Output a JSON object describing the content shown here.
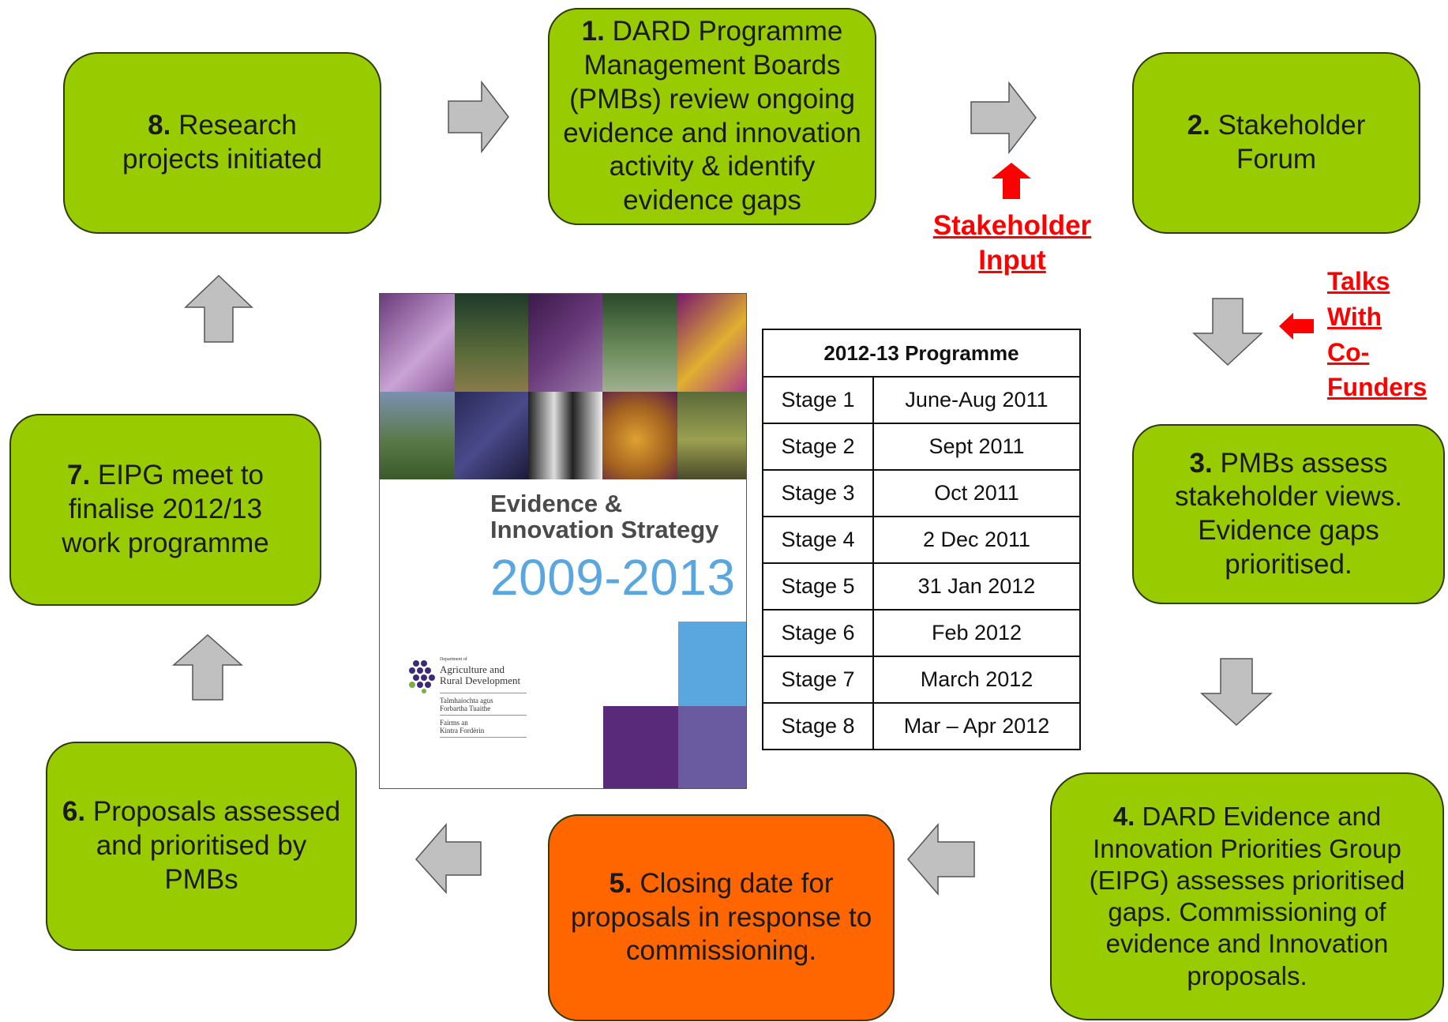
{
  "steps": {
    "s1": {
      "num": "1.",
      "text": "DARD Programme Management Boards (PMBs) review ongoing evidence and innovation activity & identify evidence gaps",
      "color": "#99cc00"
    },
    "s2": {
      "num": "2.",
      "text": "Stakeholder Forum",
      "color": "#99cc00"
    },
    "s3": {
      "num": "3.",
      "text": "PMBs assess stakeholder views. Evidence gaps prioritised.",
      "color": "#99cc00"
    },
    "s4": {
      "num": "4.",
      "text": "DARD Evidence and Innovation Priorities Group (EIPG) assesses prioritised gaps. Commissioning of evidence and Innovation proposals.",
      "color": "#99cc00"
    },
    "s5": {
      "num": "5.",
      "text": "Closing date for proposals in response to commissioning.",
      "color": "#ff6600"
    },
    "s6": {
      "num": "6.",
      "text": "Proposals assessed and prioritised by PMBs",
      "color": "#99cc00"
    },
    "s7": {
      "num": "7.",
      "text": "EIPG meet to finalise 2012/13 work programme",
      "color": "#99cc00"
    },
    "s8": {
      "num": "8.",
      "text": "Research projects initiated",
      "color": "#99cc00"
    }
  },
  "notes": {
    "stakeholder_input": "Stakeholder Input",
    "talks_with_co_funders": "Talks With Co- Funders",
    "color": "#ff0000"
  },
  "poster": {
    "title_line1": "Evidence &",
    "title_line2": "Innovation Strategy",
    "years": "2009-2013",
    "logo_small": "Department of",
    "logo_line1": "Agriculture and",
    "logo_line2": "Rural Development",
    "logo_irish1": "Talmhaíochta agus",
    "logo_irish2": "Forbartha Tuaithe",
    "logo_ulster1": "Fairms an",
    "logo_ulster2": "Kintra Fordèrin"
  },
  "table": {
    "header": "2012-13 Programme",
    "rows": [
      {
        "stage": "Stage 1",
        "date": "June-Aug 2011"
      },
      {
        "stage": "Stage 2",
        "date": "Sept 2011"
      },
      {
        "stage": "Stage 3",
        "date": "Oct 2011"
      },
      {
        "stage": "Stage 4",
        "date": "2 Dec 2011"
      },
      {
        "stage": "Stage 5",
        "date": "31 Jan 2012"
      },
      {
        "stage": "Stage 6",
        "date": "Feb 2012"
      },
      {
        "stage": "Stage 7",
        "date": "March 2012"
      },
      {
        "stage": "Stage 8",
        "date": "Mar – Apr 2012"
      }
    ]
  }
}
